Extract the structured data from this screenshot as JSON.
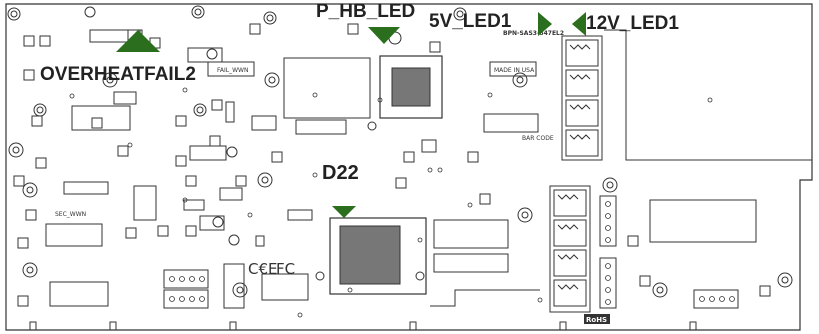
{
  "callouts": {
    "p_hb_led": "P_HB_LED",
    "led_5v": "5V_LED1",
    "led_12v": "12V_LED1",
    "overheatfail2": "OVERHEATFAIL2",
    "d22": "D22"
  },
  "silkscreen": {
    "board_model": "BPN-SAS3-847EL2",
    "fail_warn": "FAIL_WWN",
    "sec_warn": "SEC_WWN",
    "bar_code": "BAR CODE",
    "made_in_usa": "MADE IN USA",
    "ce_mark": "C€E",
    "fcc_mark": "FC",
    "rohs": "RoHS"
  },
  "colors": {
    "pointer": "#2b6e1e",
    "line": "#333333",
    "callout_text": "#222222"
  }
}
